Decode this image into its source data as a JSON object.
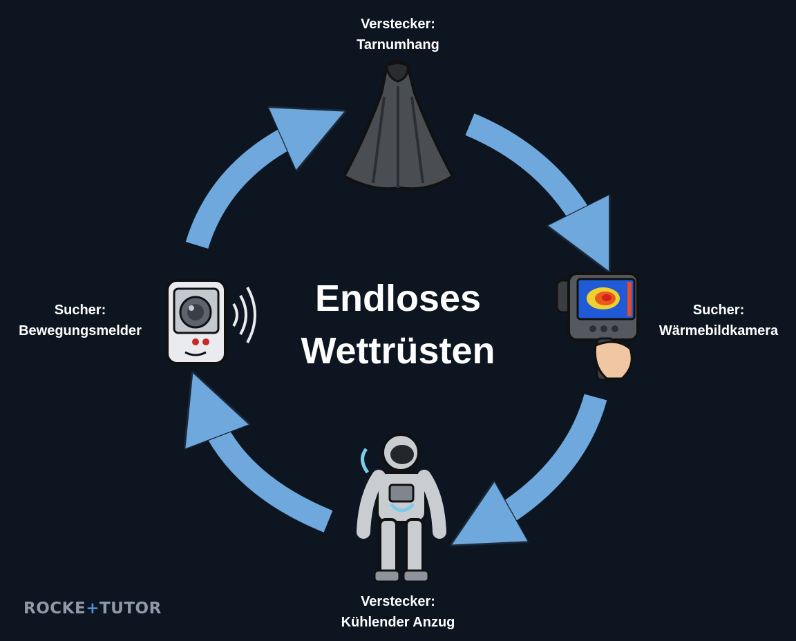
{
  "center_title": {
    "line1": "Endloses",
    "line2": "Wettrüsten"
  },
  "nodes": {
    "top": {
      "role": "Verstecker:",
      "item": "Tarnumhang"
    },
    "right": {
      "role": "Sucher:",
      "item": "Wärmebildkamera"
    },
    "bottom": {
      "role": "Verstecker:",
      "item": "Kühlender Anzug"
    },
    "left": {
      "role": "Sucher:",
      "item": "Bewegungsmelder"
    }
  },
  "logo": {
    "part1": "ROCKE",
    "accent": "+",
    "part2": "TUTOR"
  },
  "colors": {
    "background": "#0c1520",
    "arrow": "#6fa8dc",
    "text": "#ffffff",
    "logo": "#8f9aa8",
    "logo_accent": "#4c8fd6"
  },
  "icons": [
    "cloak-icon",
    "thermal-camera-icon",
    "astronaut-suit-icon",
    "motion-sensor-icon"
  ]
}
